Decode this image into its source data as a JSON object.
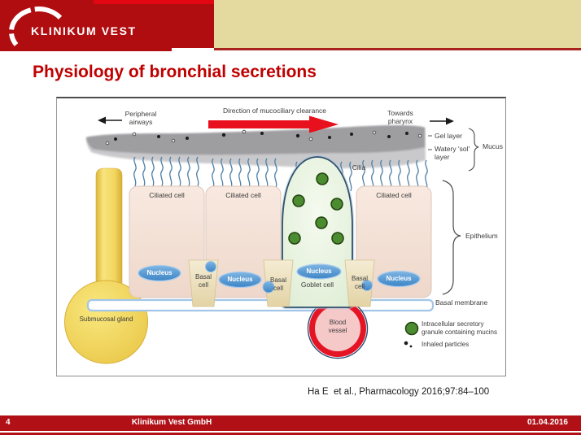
{
  "logo": {
    "text": "KLINIKUM VEST"
  },
  "slide": {
    "title": "Physiology of bronchial secretions"
  },
  "diagram": {
    "top_labels": {
      "peripheral_airways": "Peripheral\nairways",
      "direction": "Direction of mucociliary clearance",
      "towards_pharynx": "Towards\npharynx"
    },
    "mucus": {
      "gel_layer": "Gel layer",
      "sol_layer": "Watery 'sol'\nlayer",
      "mucus": "Mucus",
      "cilia": "Cilia"
    },
    "cells": {
      "ciliated": "Ciliated cell",
      "nucleus": "Nucleus",
      "basal": "Basal\ncell",
      "goblet": "Goblet cell"
    },
    "structures": {
      "epithelium": "Epithelium",
      "basal_membrane": "Basal membrane",
      "submucosal_gland": "Submucosal gland",
      "blood_vessel": "Blood\nvessel"
    },
    "legend": {
      "granule": "Intracellular secretory\ngranule containing mucins",
      "particles": "Inhaled particles"
    }
  },
  "citation": "Ha E  et al., Pharmacology 2016;97:84–100",
  "footer": {
    "page": "4",
    "company": "Klinikum Vest GmbH",
    "date": "01.04.2016"
  },
  "colors": {
    "brand_red": "#b00d10",
    "accent_red": "#e30613",
    "beige": "#e4d99e",
    "title_red": "#c00000",
    "mucus_gel_gray": "#9e9ea1",
    "mucus_sol_gray": "#c9c9cc",
    "cilia_blue": "#4d7fa6",
    "ciliated_cell_pink": "#f3ded4",
    "basal_cell_beige": "#ece0bb",
    "goblet_green": "#e9f3e1",
    "granule_green": "#4c8c30",
    "nucleus_blue": "#4f97d4",
    "basal_membrane_blue": "#a3c6e8",
    "gland_yellow": "#f0d155",
    "vessel_red": "#e51425",
    "vessel_pink": "#f6c9c9"
  }
}
